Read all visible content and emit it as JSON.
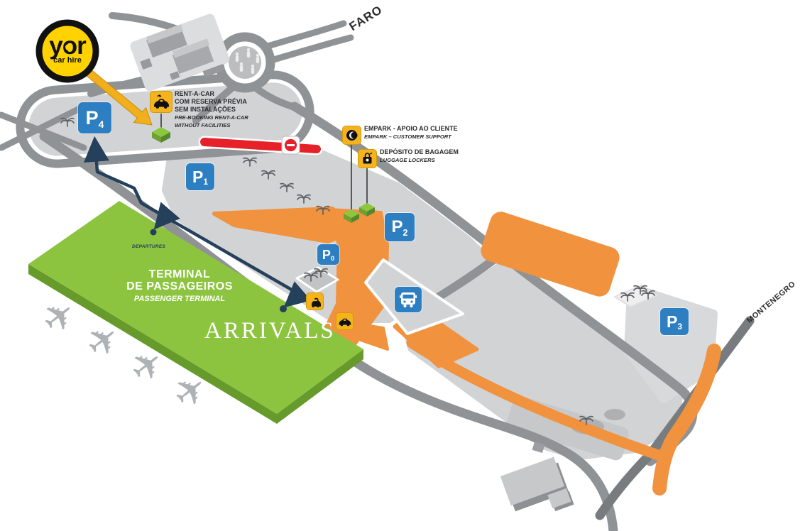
{
  "logo": {
    "brand": "yor",
    "tagline": "car hire"
  },
  "labels": {
    "faro": "FARO",
    "montenegro": "MONTENEGRO",
    "departures": "DEPARTURES",
    "arrivals": "ARRIVALS",
    "terminal_line1": "TERMINAL",
    "terminal_line2": "DE PASSAGEIROS",
    "terminal_en": "PASSENGER TERMINAL"
  },
  "legend": {
    "rentacar": {
      "pt1": "RENT-A-CAR",
      "pt2": "COM RESERVA PRÉVIA",
      "pt3": "SEM INSTALAÇÕES",
      "en1": "PRE-BOOKING RENT-A-CAR",
      "en2": "WITHOUT FACILITIES"
    },
    "empark": {
      "pt": "EMPARK - APOIO AO CLIENTE",
      "en": "EMPARK – CUSTOMER SUPPORT"
    },
    "luggage": {
      "pt": "DEPÓSITO DE BAGAGEM",
      "en": "LUGGAGE LOCKERS"
    }
  },
  "parking": {
    "p0": {
      "letter": "P",
      "number": "0"
    },
    "p1": {
      "letter": "P",
      "number": "1"
    },
    "p2": {
      "letter": "P",
      "number": "2"
    },
    "p3": {
      "letter": "P",
      "number": "3"
    },
    "p4": {
      "letter": "P",
      "number": "4"
    }
  },
  "icons": {
    "airplane": "✈"
  },
  "colors": {
    "orange": "#F0923E",
    "terminal_green": "#8CC43F",
    "sign_blue": "#2E7FC2",
    "sign_yellow": "#F5B31E",
    "road_gray": "#909396",
    "route_navy": "#24405A",
    "closed_red": "#E62129"
  }
}
